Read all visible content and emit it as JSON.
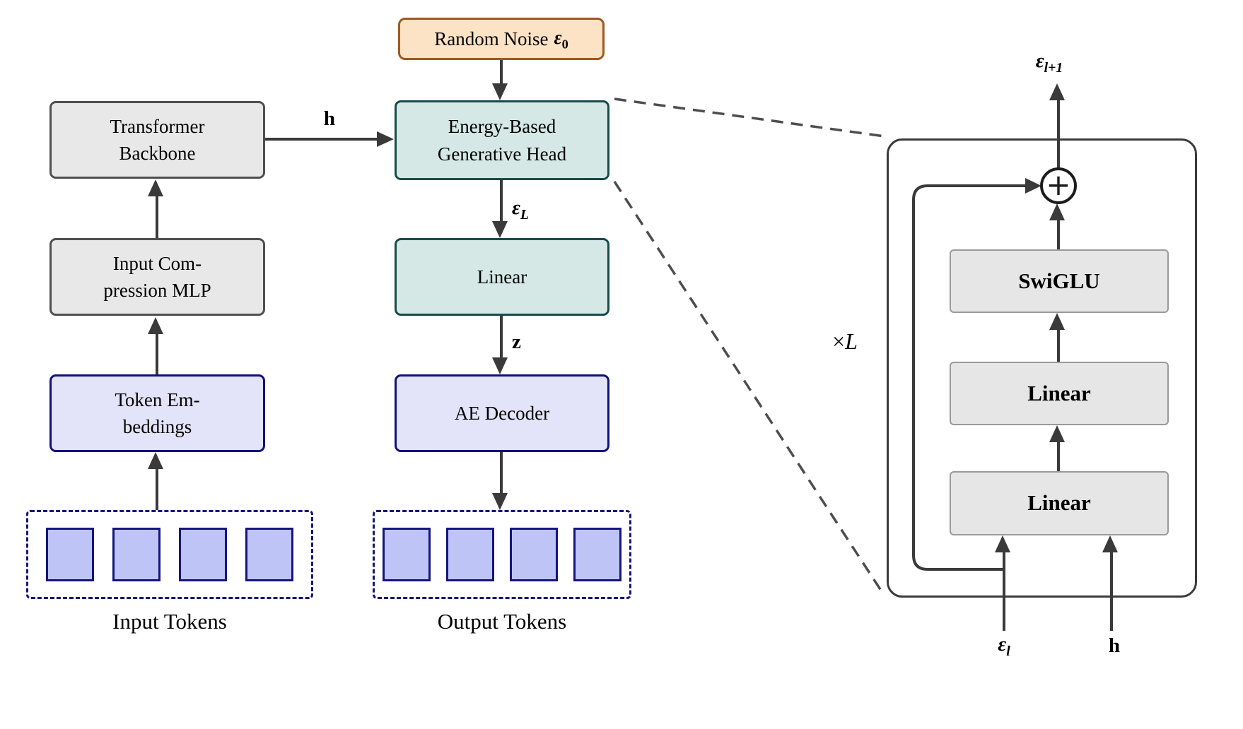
{
  "figure": {
    "nodes": {
      "transformer_backbone": {
        "line1": "Transformer",
        "line2": "Backbone"
      },
      "input_compression_mlp": {
        "line1": "Input Com-",
        "line2": "pression MLP"
      },
      "token_embeddings": {
        "line1": "Token Em-",
        "line2": "beddings"
      },
      "random_noise": {
        "text": "Random Noise",
        "sym": "ε",
        "sub": "0"
      },
      "energy_head": {
        "line1": "Energy-Based",
        "line2": "Generative Head"
      },
      "linear": {
        "text": "Linear"
      },
      "ae_decoder": {
        "text": "AE Decoder"
      }
    },
    "captions": {
      "input_tokens": "Input Tokens",
      "output_tokens": "Output Tokens"
    },
    "edge_labels": {
      "h": "h",
      "z": "z",
      "eps_L": {
        "sym": "ε",
        "sub": "L"
      }
    },
    "detail_panel": {
      "swiglu": {
        "text": "SwiGLU"
      },
      "linear_upper": {
        "text": "Linear"
      },
      "linear_lower": {
        "text": "Linear"
      },
      "eps_out": {
        "sym": "ε",
        "sub": "l+1"
      },
      "eps_in": {
        "sym": "ε",
        "sub": "l"
      },
      "h_in": "h",
      "repeat": {
        "times": "×",
        "count": "L"
      }
    },
    "icons": {
      "add": "+"
    }
  },
  "colors": {
    "gray_fill": "#e8e8e8",
    "gray_border": "#4f4f4f",
    "teal_fill": "#d5e8e6",
    "teal_border": "#184b4a",
    "lavender_fill": "#e3e3fa",
    "lavender_border": "#10107d",
    "token_fill": "#bfc4f6",
    "token_border": "#15157f",
    "noise_fill": "#fce3c5",
    "noise_border": "#9e5920",
    "line": "#3a3a3a",
    "panel_gray_fill": "#e6e6e6",
    "panel_gray_border": "#9a9a9a"
  }
}
